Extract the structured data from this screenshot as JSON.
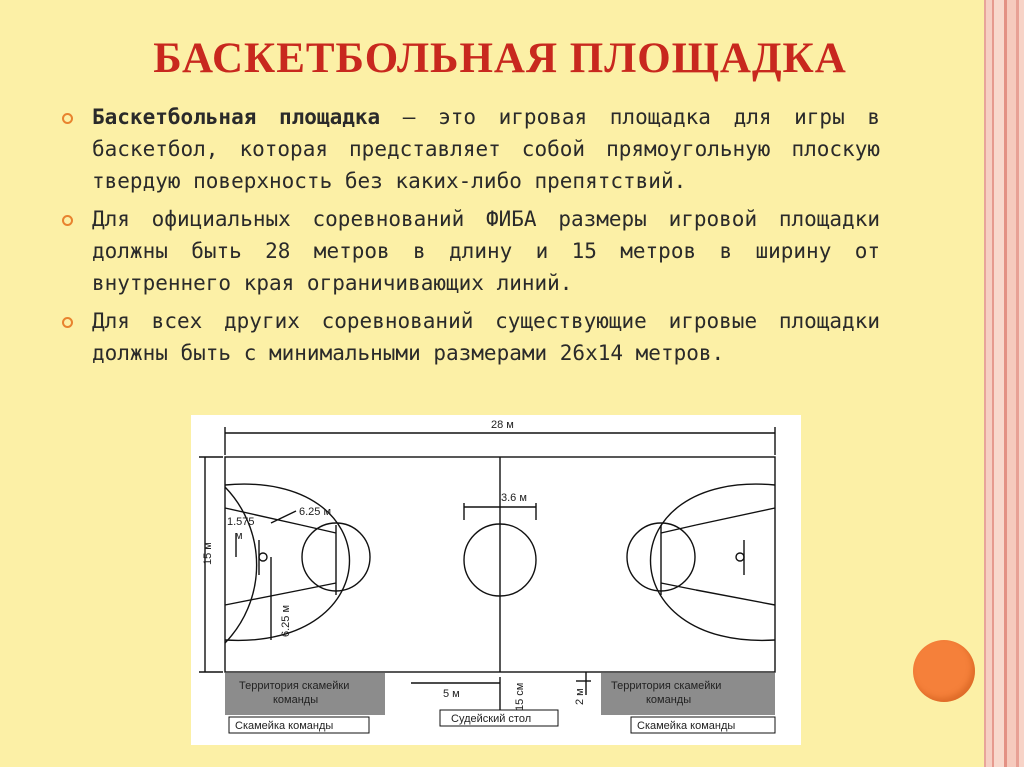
{
  "title": "БАСКЕТБОЛЬНАЯ ПЛОЩАДКА",
  "bullets": [
    {
      "bold": "Баскетбольная площадка",
      "text": " — это игровая площадка для игры в баскетбол, которая представляет собой прямоугольную плоскую твердую поверхность без каких-либо препятствий."
    },
    {
      "bold": "",
      "text": "Для официальных соревнований ФИБА размеры игровой площадки должны быть 28 метров в длину и 15 метров в ширину от внутреннего края ограничивающих линий."
    },
    {
      "bold": "",
      "text": "Для всех других соревнований существующие игровые площадки должны быть с минимальными размерами 26х14 метров."
    }
  ],
  "court": {
    "length_label": "28 м",
    "width_label": "15 м",
    "three_point_label": "6.25 м",
    "three_point_label_2": "6.25 м",
    "basket_offset_label_1": "1.575",
    "basket_offset_label_2": "м",
    "center_circle_label": "3.6 м",
    "bench_zone_left_1": "Территория скамейки",
    "bench_zone_left_2": "команды",
    "bench_zone_right_1": "Территория скамейки",
    "bench_zone_right_2": "команды",
    "bench_left": "Скамейка команды",
    "bench_right": "Скамейка команды",
    "table_label": "Судейский стол",
    "five_m_label": "5 м",
    "fifteen_cm_label": "15 см",
    "two_m_label": "2 м"
  },
  "colors": {
    "background": "#fcf0a6",
    "title": "#c8281e",
    "bullet": "#e8832e",
    "bench_zone": "#8c8c8c",
    "accent_circle": "#f5803a"
  }
}
